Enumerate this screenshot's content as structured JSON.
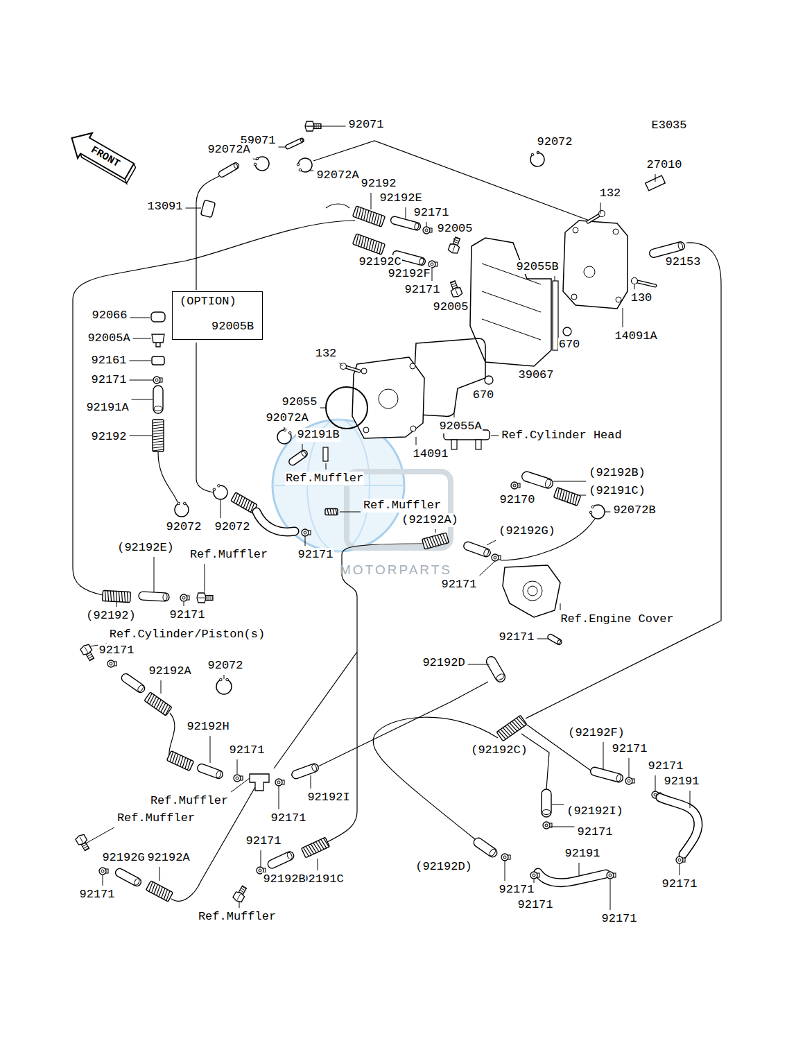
{
  "diagram": {
    "nodes": [
      {
        "text": [
          "(OPTION)",
          "92005B"
        ]
      }
    ],
    "labels": [
      "E3035",
      "FRONT",
      "59071",
      "92072A",
      "92071",
      "92072A",
      "92072",
      "27010",
      "13091",
      "92192",
      "92192E",
      "92171",
      "92005",
      "132",
      "92153",
      "92192C",
      "92192F",
      "92055B",
      "130",
      "92171",
      "92005",
      "14091A",
      "670",
      "39067",
      "670",
      "92066",
      "92005A",
      "92161",
      "92171",
      "92191A",
      "92192",
      "132",
      "92055",
      "92055A",
      "14091",
      "92072A",
      "Ref.Cylinder Head",
      "92191B",
      "Ref.Muffler",
      "92170",
      "(92192B)",
      "(92191C)",
      "92072B",
      "92072",
      "92072",
      "Ref.Muffler",
      "(92192A)",
      "(92192G)",
      "92171",
      "(92192E)",
      "Ref.Muffler",
      "92171",
      "(92192)",
      "92171",
      "Ref.Engine Cover",
      "Ref.Cylinder/Piston(s)",
      "92171",
      "92192A",
      "92072",
      "92171",
      "92192D",
      "92192H",
      "(92192C)",
      "(92192F)",
      "92171",
      "92171",
      "92171",
      "92191",
      "Ref.Muffler",
      "92192I",
      "(92192I)",
      "92171",
      "92171",
      "Ref.Muffler",
      "92192G",
      "92192A",
      "92171",
      "92191C",
      "92192B",
      "92171",
      "Ref.Muffler",
      "92191",
      "92171",
      "92171",
      "92171",
      "92171",
      "(92192D)",
      "MOTORPARTS"
    ]
  }
}
